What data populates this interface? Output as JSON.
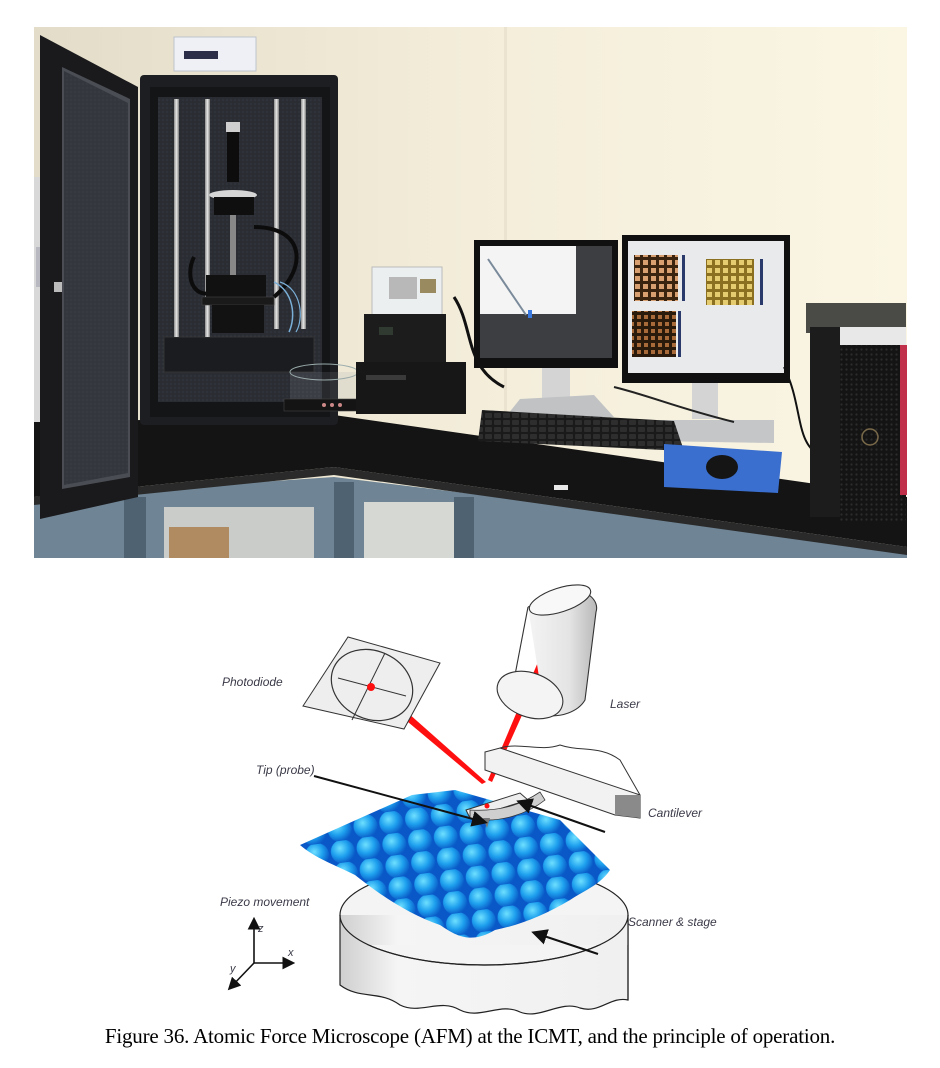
{
  "figure": {
    "number": "36",
    "caption": "Figure 36. Atomic Force Microscope (AFM) at the ICMT, and the principle of operation."
  },
  "photo": {
    "description": "Laboratory photo of AFM inside an open black acoustic enclosure on a lab bench, with controller units, two monitors showing AFM scan images, keyboard, mouse on blue pad, and a tower PC",
    "colors": {
      "wall": "#ede6d4",
      "enclosure": "#1c1c1e",
      "bench_top": "#151515",
      "bench_frame": "#5a6e7e",
      "mousepad": "#3a6fd0"
    }
  },
  "diagram": {
    "labels": {
      "photodiode": "Photodiode",
      "laser": "Laser",
      "tip": "Tip (probe)",
      "cantilever": "Cantilever",
      "piezo": "Piezo movement",
      "scanner": "Scanner & stage",
      "axis_x": "x",
      "axis_y": "y",
      "axis_z": "z"
    },
    "colors": {
      "beam": "#ff1010",
      "surface": "#1e90e8",
      "surface_highlight": "#5fd0ff",
      "outline": "#222222",
      "fill_light": "#f0f0f0"
    }
  }
}
